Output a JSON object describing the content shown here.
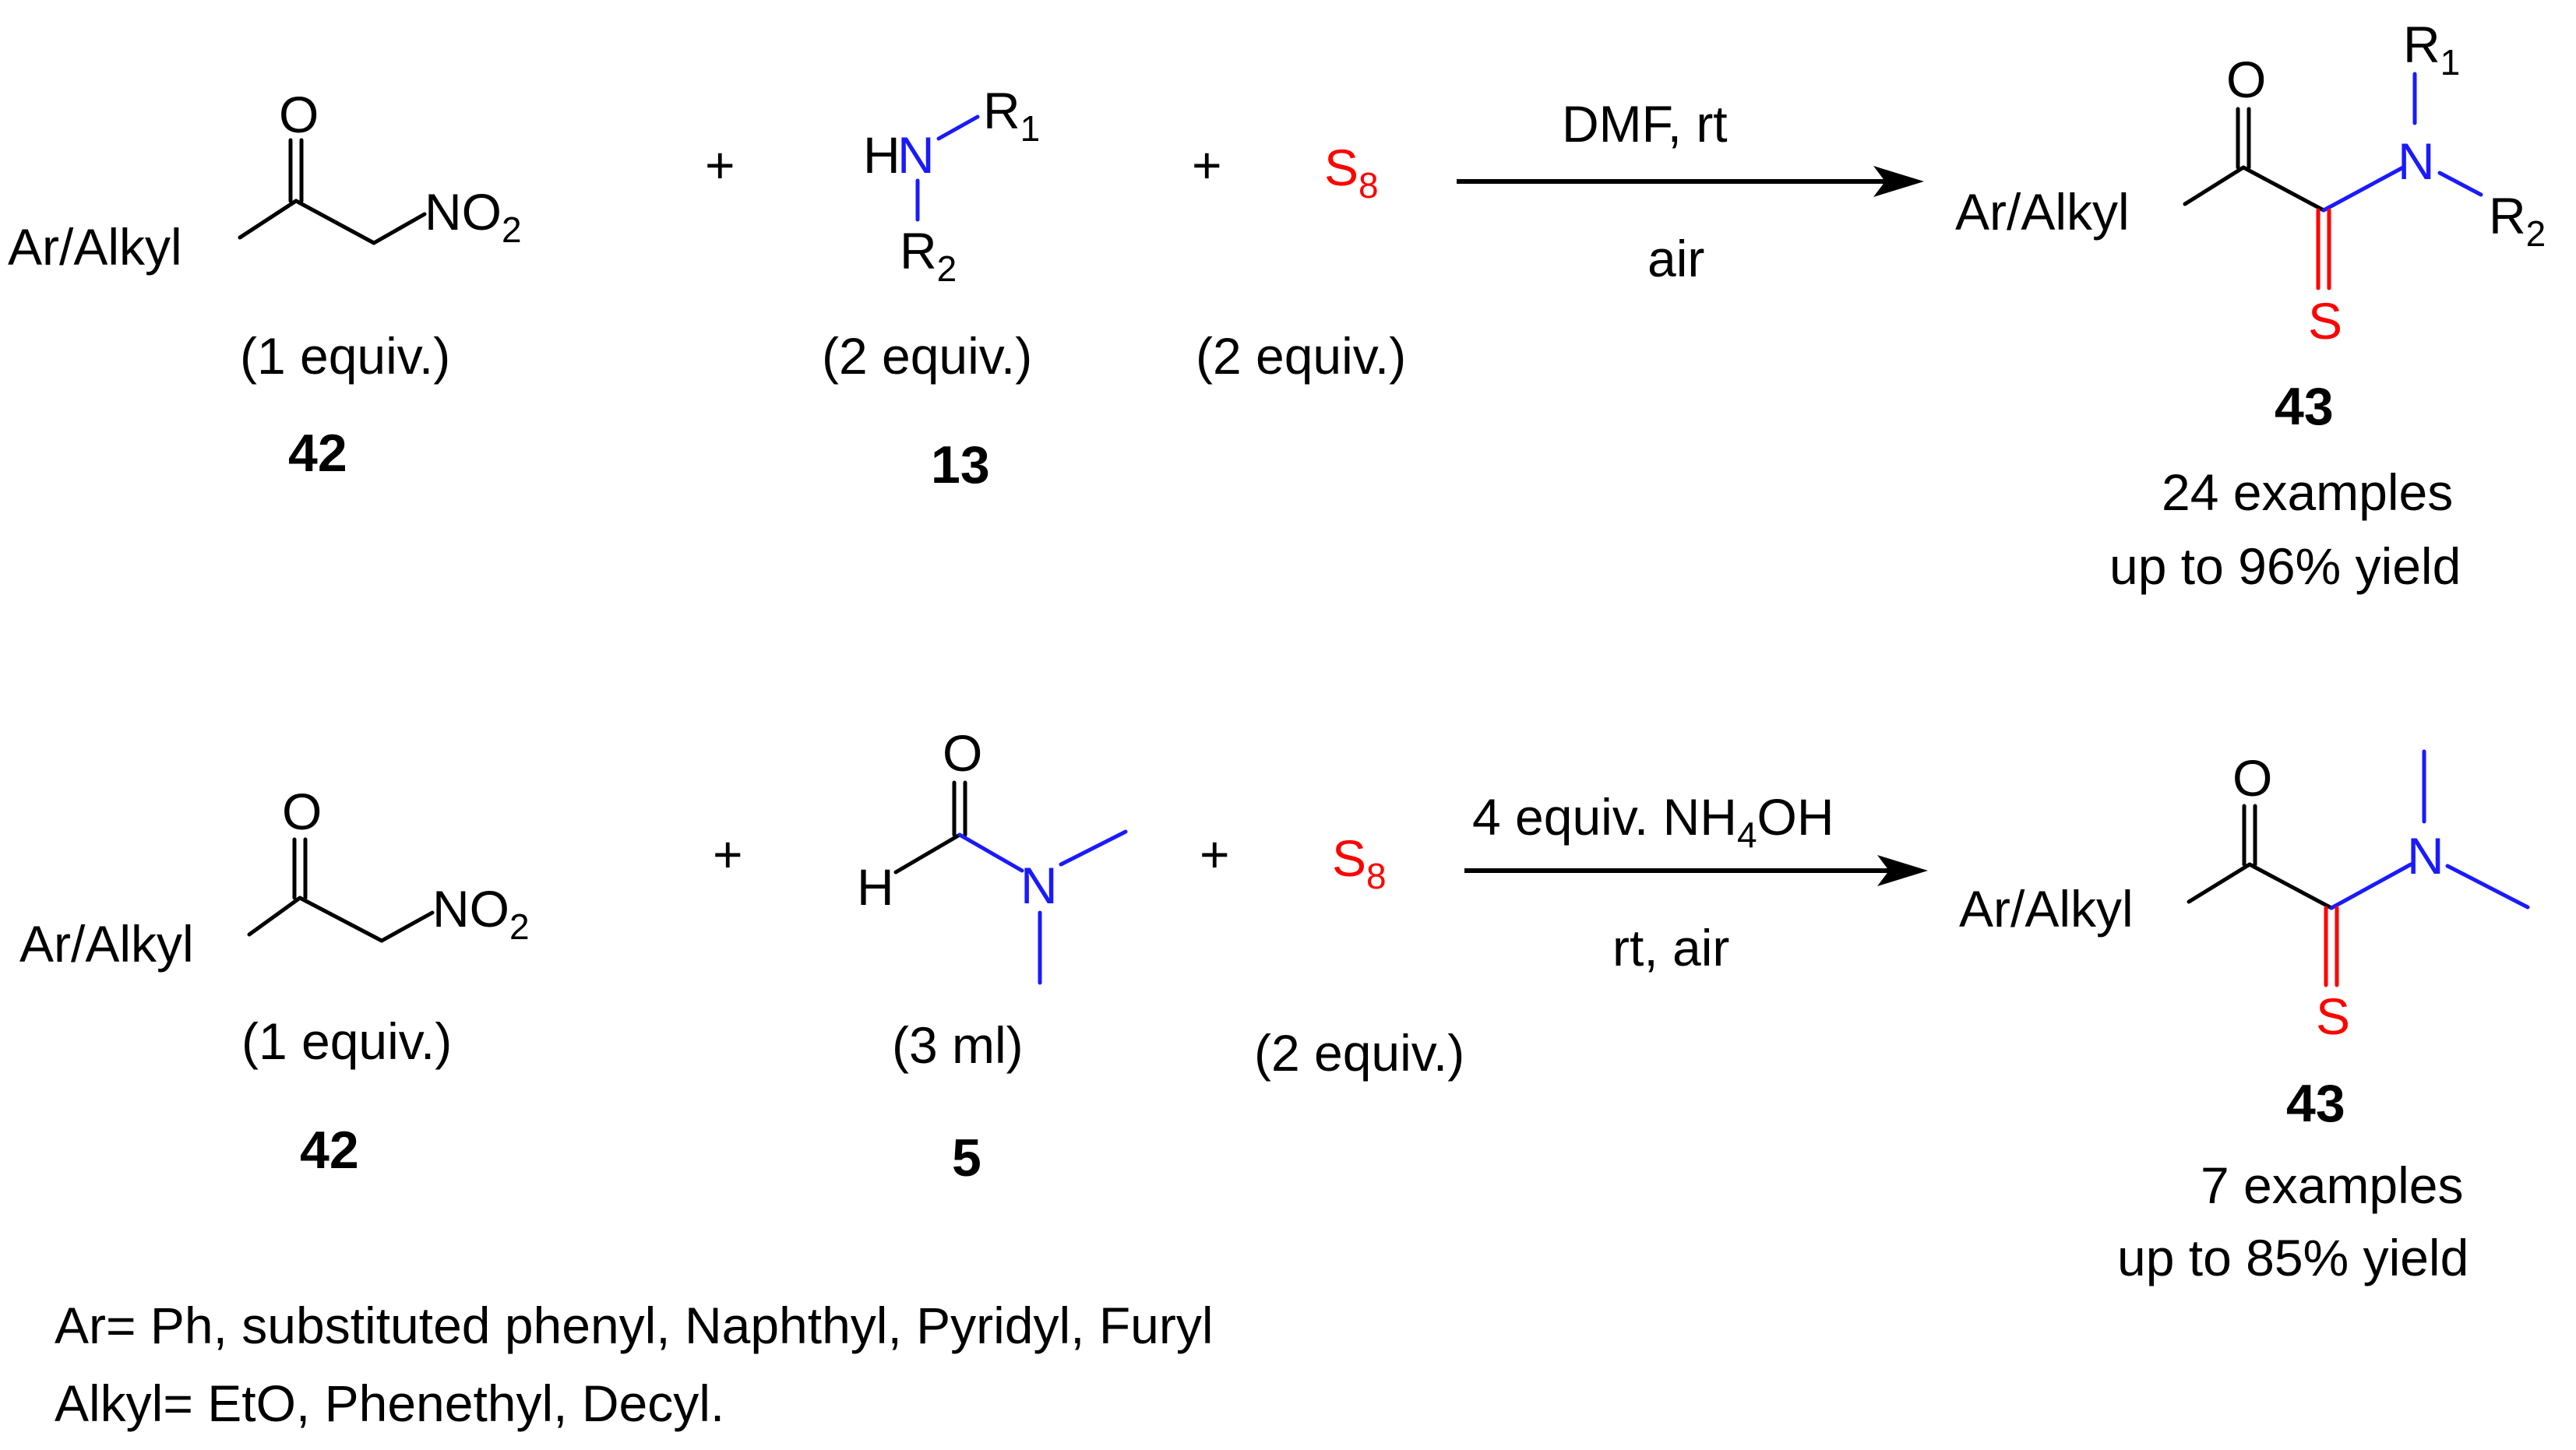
{
  "colors": {
    "nitrogen": "#1a1aff",
    "sulfur": "#ff0000",
    "carbon": "#000000"
  },
  "labels": {
    "ar_alkyl": "Ar/Alkyl",
    "plus": "+",
    "O": "O",
    "N": "N",
    "H": "H",
    "S": "S",
    "NO": "NO",
    "two": "2",
    "one": "1",
    "four": "4",
    "eight": "8",
    "R": "R"
  },
  "reaction1": {
    "reactant1": {
      "equiv": "(1 equiv.)",
      "number": "42"
    },
    "reactant2": {
      "equiv": "(2 equiv.)",
      "number": "13"
    },
    "reactant3": {
      "equiv": "(2 equiv.)"
    },
    "conditions_top": "DMF, rt",
    "conditions_bottom": "air",
    "product": {
      "number": "43",
      "examples": "24 examples",
      "yield": "up to 96% yield"
    }
  },
  "reaction2": {
    "reactant1": {
      "equiv": "(1 equiv.)",
      "number": "42"
    },
    "reactant2": {
      "amount": "(3 ml)",
      "number": "5"
    },
    "reactant3": {
      "equiv": "(2 equiv.)"
    },
    "conditions_top_prefix": "4 equiv. NH",
    "conditions_top_suffix": "OH",
    "conditions_bottom": "rt, air",
    "product": {
      "number": "43",
      "examples": "7 examples",
      "yield": "up to 85% yield"
    }
  },
  "footnotes": {
    "ar": "Ar= Ph, substituted phenyl, Naphthyl, Pyridyl, Furyl",
    "alkyl": "Alkyl= EtO, Phenethyl, Decyl."
  }
}
